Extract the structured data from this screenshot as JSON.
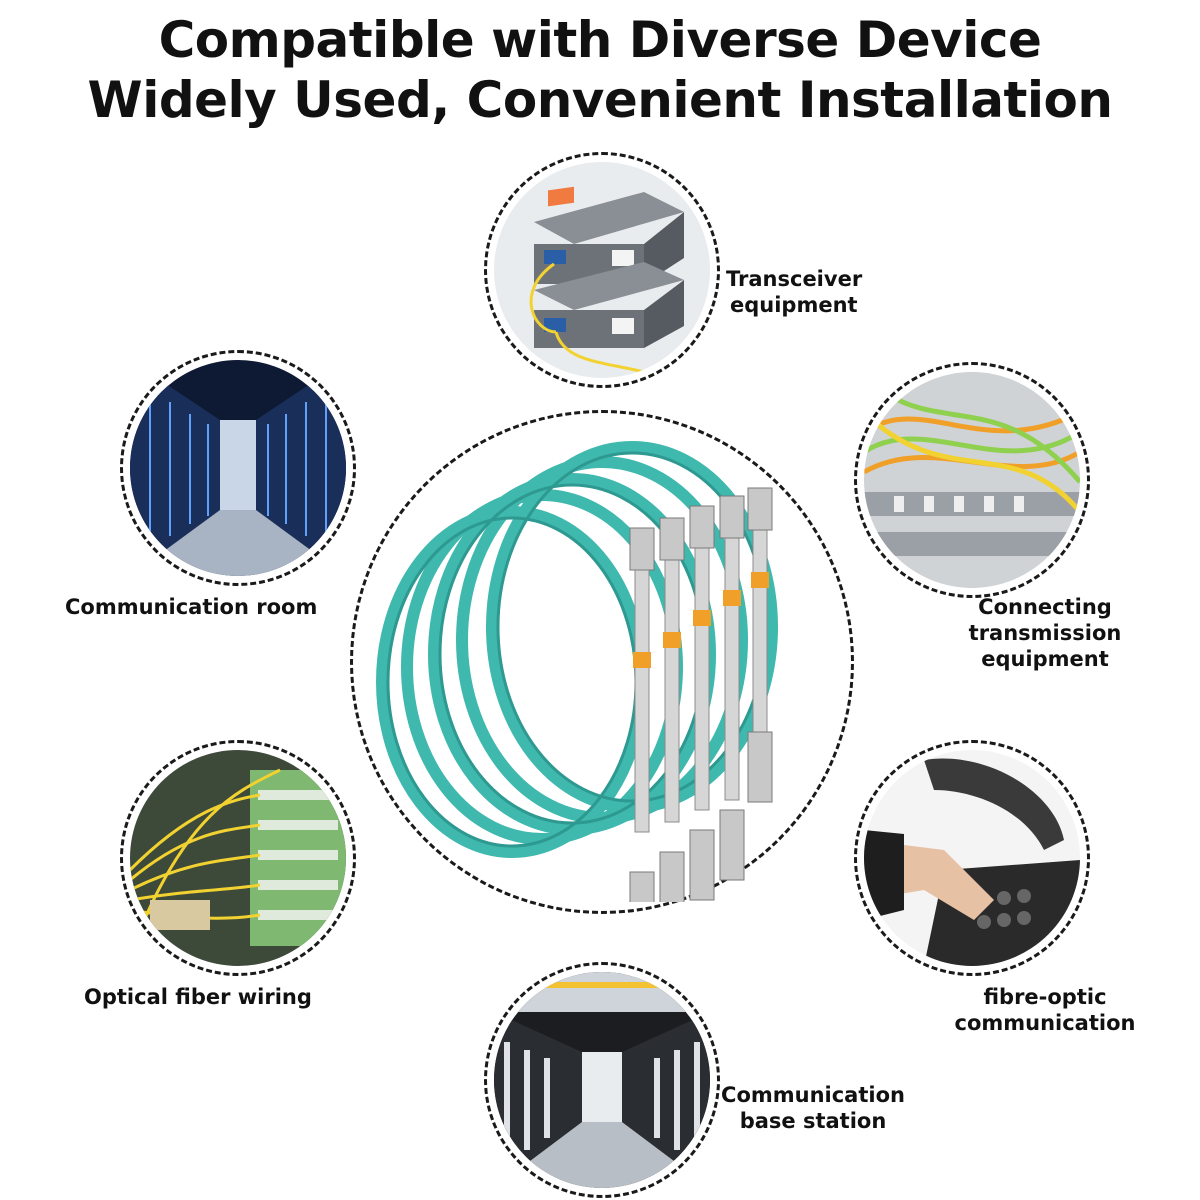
{
  "headline": {
    "line1": "Compatible with Diverse Device",
    "line2": "Widely Used, Convenient Installation"
  },
  "applications": [
    {
      "icon": "transceiver-icon",
      "label_line1": "Transceiver",
      "label_line2": "equipment"
    },
    {
      "icon": "server-room-icon",
      "label_line1": "Communication room"
    },
    {
      "icon": "patch-panel-icon",
      "label_line1": "Connecting transmission",
      "label_line2": "equipment"
    },
    {
      "icon": "fiber-wiring-icon",
      "label_line1": "Optical fiber wiring"
    },
    {
      "icon": "telephone-icon",
      "label_line1": "fibre-optic",
      "label_line2": "communication"
    },
    {
      "icon": "data-center-icon",
      "label_line1": "Communication",
      "label_line2": "base station"
    }
  ],
  "product": {
    "icon": "fiber-patch-cable-icon",
    "cable_color": "#3fb8ad"
  },
  "colors": {
    "ring": "#1a1a1a",
    "cable_aqua": "#3fb8ad",
    "connector_gray": "#c8c8c8",
    "boot_orange": "#f0a028",
    "fiber_yellow": "#f2d230",
    "rack_blue": "#2a5fa8"
  }
}
